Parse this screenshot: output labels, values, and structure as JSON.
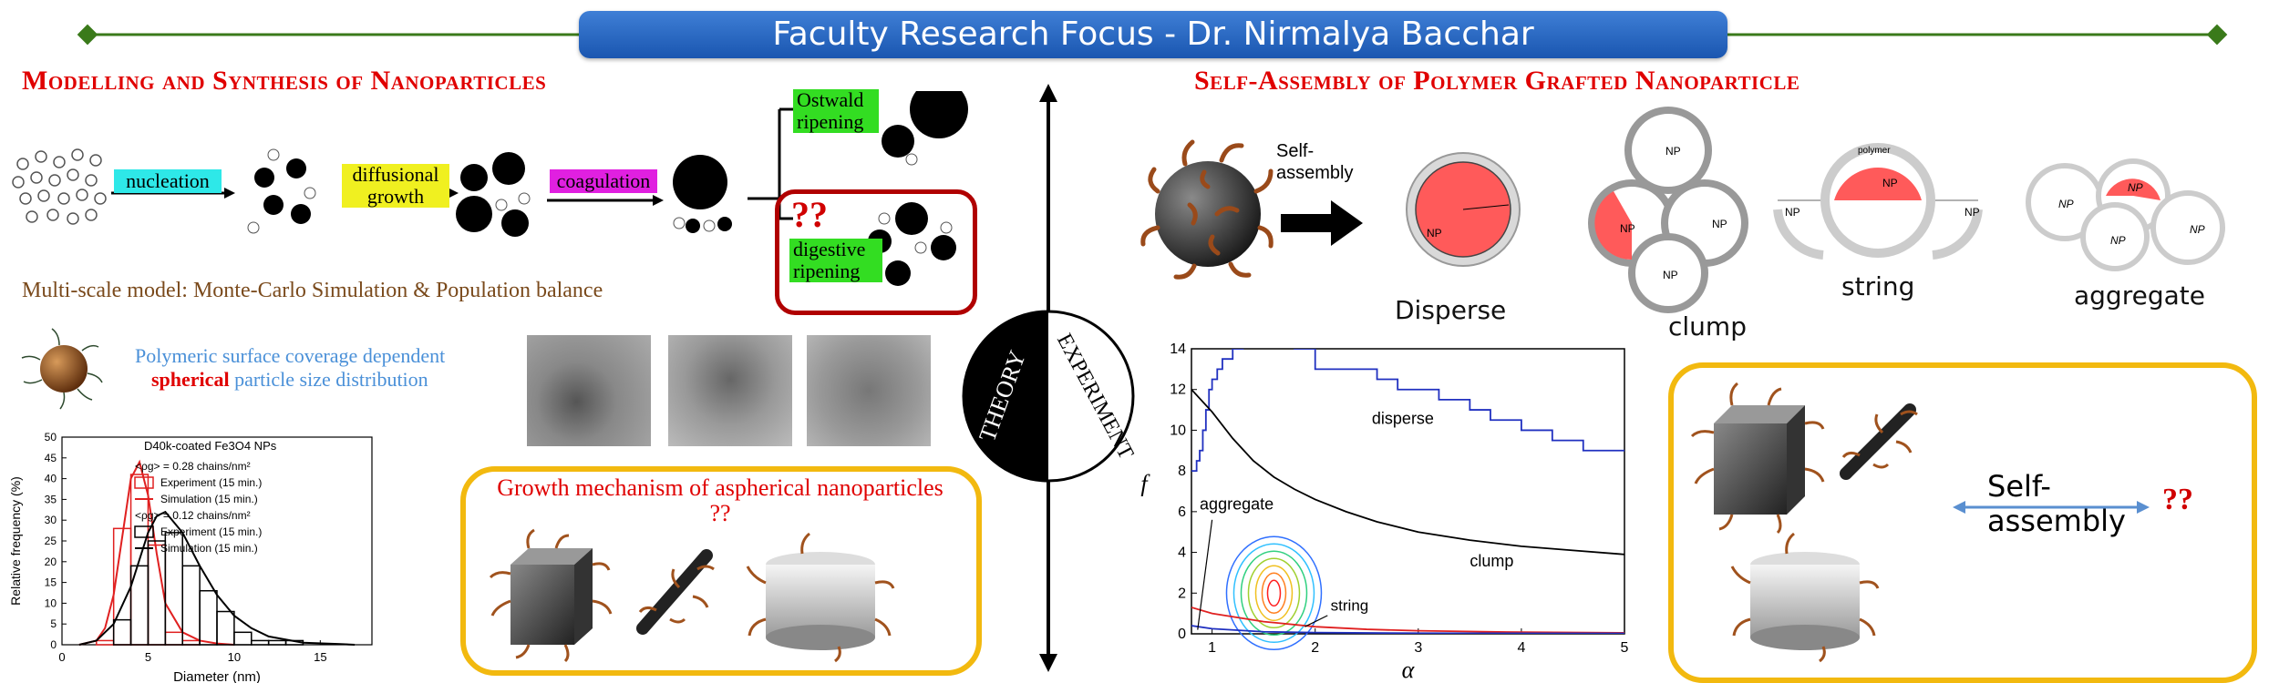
{
  "header": {
    "title": "Faculty Research Focus - Dr. Nirmalya Bacchar"
  },
  "left": {
    "title": "Modelling and Synthesis of Nanoparticles",
    "steps": [
      "nucleation",
      "diffusional growth",
      "coagulation"
    ],
    "ostwald": "Ostwald ripening",
    "digestive": "digestive ripening",
    "question": "??",
    "multiscale": "Multi-scale model: Monte-Carlo Simulation & Population balance",
    "coverage_1": "Polymeric surface coverage dependent",
    "coverage_2a": "spherical",
    "coverage_2b": "particle size distribution",
    "growth_box": "Growth mechanism of aspherical nanoparticles ??"
  },
  "center": {
    "theory": "THEORY",
    "experiment": "EXPERIMENT"
  },
  "right": {
    "title": "Self-Assembly of Polymer Grafted Nanoparticle",
    "self_assembly": "Self- assembly",
    "np": "NP",
    "polymer": "polymer",
    "morphologies": [
      "Disperse",
      "clump",
      "string",
      "aggregate"
    ],
    "box_label": "Self- assembly",
    "box_question": "??"
  },
  "psd_chart": {
    "title": "D40k-coated Fe3O4 NPs",
    "xlabel": "Diameter (nm)",
    "ylabel": "Relative frequency (%)",
    "legend": {
      "g1": "<ρg> = 0.28 chains/nm²",
      "g1a": "Experiment (15 min.)",
      "g1b": "Simulation (15 min.)",
      "g2": "<ρg> = 0.12 chains/nm²",
      "g2a": "Experiment (15 min.)",
      "g2b": "Simulation (15 min.)"
    }
  },
  "phase_chart": {
    "xlabel": "α",
    "ylabel": "f",
    "regions": {
      "disperse": "disperse",
      "clump": "clump",
      "aggregate": "aggregate",
      "string": "string"
    }
  },
  "chart_data": [
    {
      "type": "bar",
      "title": "D40k-coated Fe3O4 NPs",
      "xlabel": "Diameter (nm)",
      "ylabel": "Relative frequency (%)",
      "xlim": [
        0,
        18
      ],
      "ylim": [
        0,
        50
      ],
      "xticks": [
        0,
        5,
        10,
        15
      ],
      "yticks": [
        0,
        5,
        10,
        15,
        20,
        25,
        30,
        35,
        40,
        45,
        50
      ],
      "series": [
        {
          "name": "Experiment (15 min.)",
          "color": "#e02020",
          "bins": [
            [
              2,
              3,
              1
            ],
            [
              3,
              4,
              28
            ],
            [
              4,
              5,
              41
            ],
            [
              5,
              6,
              24
            ],
            [
              6,
              7,
              3
            ],
            [
              7,
              8,
              1
            ]
          ]
        },
        {
          "name": "Simulation (15 min.)",
          "color": "#e02020",
          "x": [
            1,
            2,
            2.5,
            3,
            3.5,
            4,
            4.5,
            5,
            5.5,
            6,
            7,
            8,
            9,
            10
          ],
          "y": [
            0,
            1,
            4,
            12,
            26,
            40,
            44,
            36,
            22,
            10,
            3,
            1,
            0.3,
            0
          ]
        },
        {
          "name": "Experiment (15 min.)",
          "color": "#000000",
          "bins": [
            [
              3,
              4,
              6
            ],
            [
              4,
              5,
              19
            ],
            [
              5,
              6,
              25
            ],
            [
              6,
              7,
              27
            ],
            [
              7,
              8,
              19
            ],
            [
              8,
              9,
              13
            ],
            [
              9,
              10,
              8
            ],
            [
              10,
              11,
              3
            ],
            [
              11,
              12,
              1
            ],
            [
              12,
              13,
              1
            ],
            [
              13,
              14,
              1
            ]
          ]
        },
        {
          "name": "Simulation (15 min.)",
          "color": "#000000",
          "x": [
            1,
            2,
            3,
            4,
            5,
            5.5,
            6,
            7,
            8,
            9,
            10,
            11,
            12,
            14,
            16,
            17
          ],
          "y": [
            0,
            1,
            5,
            14,
            27,
            31,
            32,
            27,
            19,
            12,
            7,
            4,
            2,
            0.5,
            0.2,
            0
          ]
        }
      ]
    },
    {
      "type": "line",
      "xlabel": "α",
      "ylabel": "f",
      "xlim": [
        0.8,
        5
      ],
      "ylim": [
        0,
        14
      ],
      "xticks": [
        1,
        2,
        3,
        4,
        5
      ],
      "yticks": [
        0,
        2,
        4,
        6,
        8,
        10,
        12,
        14
      ],
      "series": [
        {
          "name": "",
          "color": "#2030c0",
          "x": [
            0.8,
            0.85,
            0.85,
            0.88,
            0.88,
            0.91,
            0.91,
            0.94,
            0.94,
            0.97,
            0.97,
            1.0,
            1.0,
            1.05,
            1.05,
            1.1,
            1.1,
            1.2,
            1.2,
            1.3,
            1.3,
            1.8,
            1.8,
            2.0,
            2.0,
            2.0,
            2.6,
            2.6,
            2.8,
            2.8,
            3.2,
            3.2,
            3.5,
            3.5,
            3.7,
            3.7,
            4.0,
            4.0,
            4.3,
            4.3,
            4.6,
            4.6,
            5.0
          ],
          "y": [
            8,
            8,
            8.5,
            8.5,
            9,
            9,
            10,
            10,
            11,
            11,
            12,
            12,
            12.5,
            12.5,
            13,
            13,
            13.5,
            13.5,
            14,
            14,
            14.5,
            14.5,
            14,
            14,
            13,
            13,
            13,
            12.5,
            12.5,
            12,
            12,
            11.5,
            11.5,
            11,
            11,
            10.5,
            10.5,
            10,
            10,
            9.5,
            9.5,
            9,
            9
          ]
        },
        {
          "name": "",
          "color": "#000000",
          "x": [
            0.8,
            1,
            1.2,
            1.4,
            1.6,
            1.8,
            2,
            2.3,
            2.6,
            3,
            3.5,
            4,
            4.5,
            5
          ],
          "y": [
            12,
            10.9,
            9.6,
            8.5,
            7.7,
            7.1,
            6.6,
            6,
            5.5,
            5.0,
            4.6,
            4.3,
            4.1,
            3.9
          ]
        },
        {
          "name": "",
          "color": "#e02020",
          "x": [
            0.8,
            1,
            1.5,
            2,
            2.5,
            3,
            4,
            5
          ],
          "y": [
            1.3,
            1.0,
            0.6,
            0.35,
            0.22,
            0.15,
            0.08,
            0.05
          ]
        },
        {
          "name": "",
          "color": "#2030c0",
          "x": [
            0.8,
            1,
            1.5,
            2,
            3,
            5
          ],
          "y": [
            0.4,
            0.25,
            0.1,
            0.06,
            0.03,
            0.02
          ]
        }
      ]
    }
  ]
}
